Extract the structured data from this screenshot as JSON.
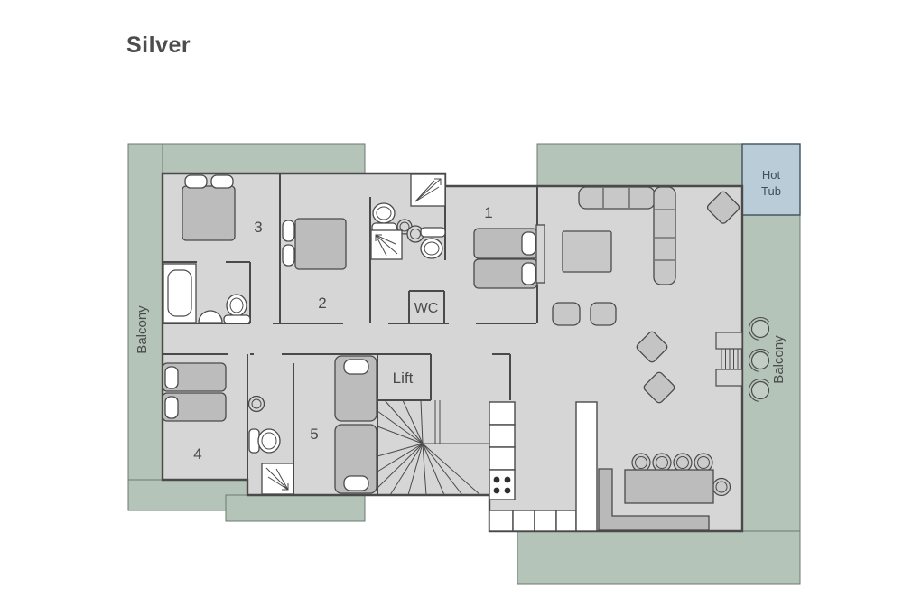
{
  "title": "Silver",
  "rooms": {
    "bedroom1": {
      "label": "1"
    },
    "bedroom2": {
      "label": "2"
    },
    "bedroom3": {
      "label": "3"
    },
    "bedroom4": {
      "label": "4"
    },
    "bedroom5": {
      "label": "5"
    },
    "wc": {
      "label": "WC"
    },
    "lift": {
      "label": "Lift"
    }
  },
  "outdoor": {
    "hot_tub": {
      "line1": "Hot",
      "line2": "Tub"
    },
    "balcony_left": {
      "label": "Balcony"
    },
    "balcony_right": {
      "label": "Balcony"
    }
  },
  "colors": {
    "balcony_green": "#b5c4b9",
    "balcony_border": "#6b7a6f",
    "hot_tub_blue": "#b9ccd7",
    "floor_gray": "#d6d6d6",
    "wall_gray": "#4a4a4a",
    "furniture_gray": "#c8c8c8",
    "bed_gray": "#bcbcbc",
    "fixture_white": "#ffffff",
    "text_gray": "#4a4a4a"
  }
}
